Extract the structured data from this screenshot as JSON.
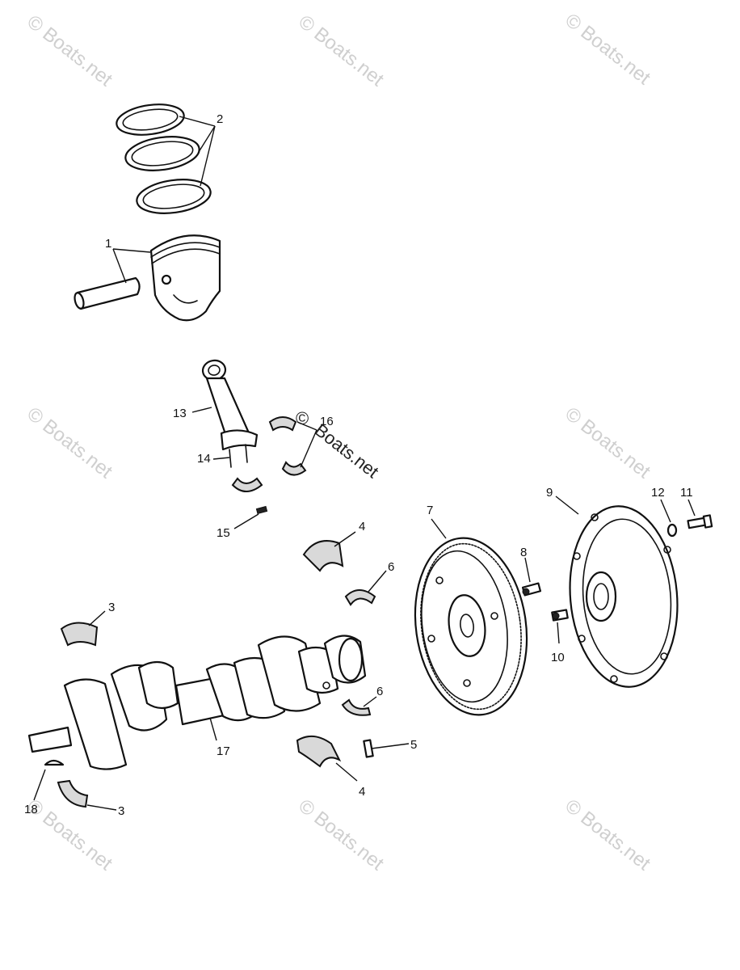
{
  "watermark": {
    "text": "© Boats.net",
    "center_text_copyright": "©",
    "center_text_brand": "Boats.net"
  },
  "callouts": {
    "c1": "1",
    "c2": "2",
    "c3a": "3",
    "c3b": "3",
    "c4a": "4",
    "c4b": "4",
    "c5": "5",
    "c6a": "6",
    "c6b": "6",
    "c7": "7",
    "c8": "8",
    "c9": "9",
    "c10": "10",
    "c11": "11",
    "c12": "12",
    "c13": "13",
    "c14": "14",
    "c15": "15",
    "c16": "16",
    "c17": "17",
    "c18": "18"
  }
}
